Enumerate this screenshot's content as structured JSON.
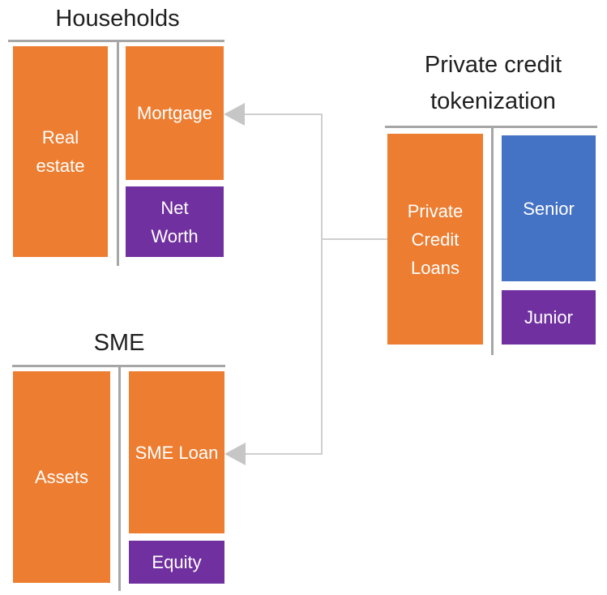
{
  "colors": {
    "asset_orange": "#ED7D31",
    "equity_purple": "#7030A0",
    "senior_blue": "#4472C4",
    "divider_gray": "#A6A6A6",
    "connector_gray": "#CFCFCF",
    "arrow_gray": "#C6C6C6",
    "title_text": "#1F1F1F",
    "box_text": "#FFFFFF",
    "background": "#FFFFFF"
  },
  "groups": {
    "households": {
      "title": "Households",
      "asset_label": "Real estate",
      "liability_label": "Mortgage",
      "net_worth_label": "Net Worth"
    },
    "sme": {
      "title": "SME",
      "asset_label": "Assets",
      "liability_label": "SME Loan",
      "equity_label": "Equity"
    },
    "tokenization": {
      "title": "Private credit tokenization",
      "asset_label": "Private Credit Loans",
      "senior_label": "Senior",
      "junior_label": "Junior"
    }
  }
}
